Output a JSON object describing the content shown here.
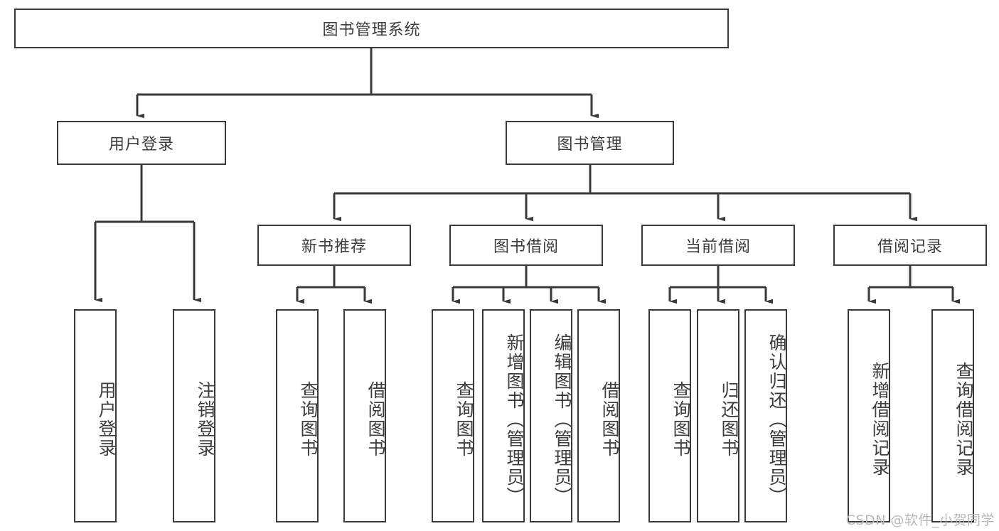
{
  "diagram": {
    "type": "tree-hierarchy",
    "title": "图书管理系统",
    "watermark": "CSDN @软件_小贺同学",
    "colors": {
      "box_border": "#3a3a3a",
      "box_fill": "#ffffff",
      "connector": "#3a3a3a",
      "text": "#3d3d3d",
      "watermark": "#b9b9b9",
      "background": "#ffffff"
    },
    "root": {
      "label": "图书管理系统"
    },
    "level2": [
      {
        "label": "用户登录"
      },
      {
        "label": "图书管理"
      }
    ],
    "level3": [
      {
        "label": "新书推荐"
      },
      {
        "label": "图书借阅"
      },
      {
        "label": "当前借阅"
      },
      {
        "label": "借阅记录"
      }
    ],
    "leaves": {
      "user_login": [
        {
          "label": "用户登录"
        },
        {
          "label": "注销登录"
        }
      ],
      "new_book": [
        {
          "label": "查询图书"
        },
        {
          "label": "借阅图书"
        }
      ],
      "book_borrow": [
        {
          "label": "查询图书"
        },
        {
          "label": "新增图书（管理员）"
        },
        {
          "label": "编辑图书（管理员）"
        },
        {
          "label": "借阅图书"
        }
      ],
      "current_borrow": [
        {
          "label": "查询图书"
        },
        {
          "label": "归还图书"
        },
        {
          "label": "确认归还（管理员）"
        }
      ],
      "borrow_record": [
        {
          "label": "新增借阅记录"
        },
        {
          "label": "查询借阅记录"
        }
      ]
    }
  }
}
